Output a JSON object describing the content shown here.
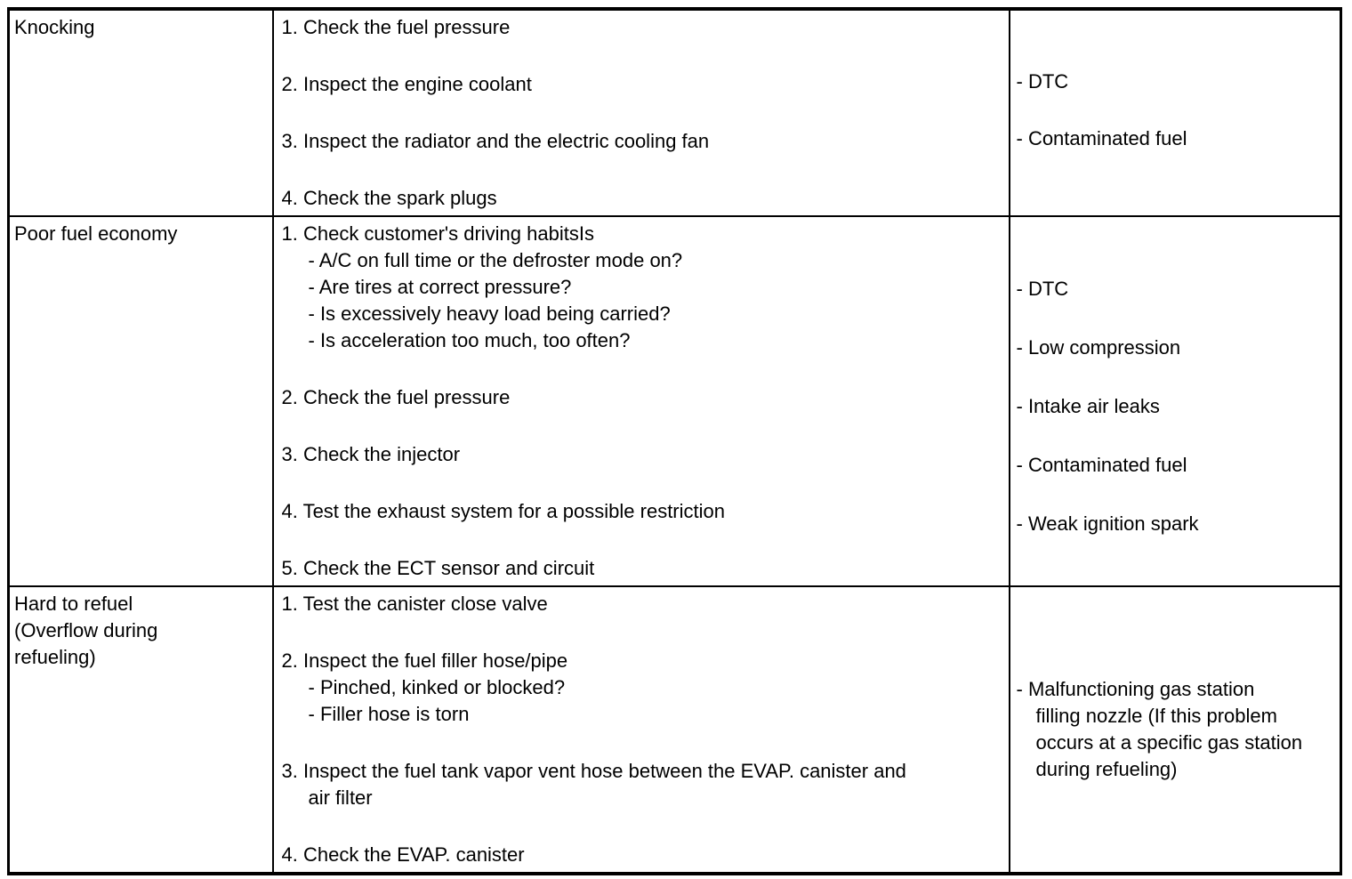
{
  "table": {
    "description": "Symptom troubleshooting table with inspection steps and possible causes",
    "rows": [
      {
        "symptom_lines": [
          "Knocking"
        ],
        "steps": [
          {
            "main": "1. Check the fuel pressure"
          },
          {
            "main": "2. Inspect the engine coolant"
          },
          {
            "main": "3. Inspect the radiator and the electric cooling fan"
          },
          {
            "main": "4. Check the spark plugs"
          }
        ],
        "causes": [
          {
            "lines": [
              "- DTC"
            ]
          },
          {
            "lines": [
              "- Contaminated fuel"
            ]
          }
        ]
      },
      {
        "symptom_lines": [
          "Poor fuel economy"
        ],
        "steps": [
          {
            "main": "1. Check customer's driving habitsIs",
            "sub": [
              "- A/C on full time or the defroster mode on?",
              "- Are tires at correct pressure?",
              "- Is excessively heavy load being carried?",
              "- Is acceleration too much, too often?"
            ]
          },
          {
            "main": "2. Check the fuel pressure"
          },
          {
            "main": "3. Check the injector"
          },
          {
            "main": "4. Test the exhaust system for a possible restriction"
          },
          {
            "main": "5. Check the ECT sensor and circuit"
          }
        ],
        "causes": [
          {
            "lines": [
              "- DTC"
            ]
          },
          {
            "lines": [
              "- Low compression"
            ]
          },
          {
            "lines": [
              "- Intake air leaks"
            ]
          },
          {
            "lines": [
              "- Contaminated fuel"
            ]
          },
          {
            "lines": [
              "- Weak ignition spark"
            ]
          }
        ]
      },
      {
        "symptom_lines": [
          "Hard to refuel",
          "(Overflow during",
          "refueling)"
        ],
        "steps": [
          {
            "main": "1. Test the canister close valve"
          },
          {
            "main": "2. Inspect the fuel filler hose/pipe",
            "sub": [
              "- Pinched, kinked or blocked?",
              "- Filler hose is torn"
            ]
          },
          {
            "main": "3. Inspect the fuel tank vapor vent hose between the EVAP. canister and",
            "cont": "air filter"
          },
          {
            "main": "4. Check the EVAP. canister"
          }
        ],
        "causes": [
          {
            "lines": [
              "- Malfunctioning gas station",
              "filling nozzle (If this problem",
              "occurs at a specific gas station",
              "during refueling)"
            ]
          }
        ]
      }
    ]
  },
  "colors": {
    "border": "#000000",
    "text": "#000000",
    "background": "#ffffff"
  }
}
